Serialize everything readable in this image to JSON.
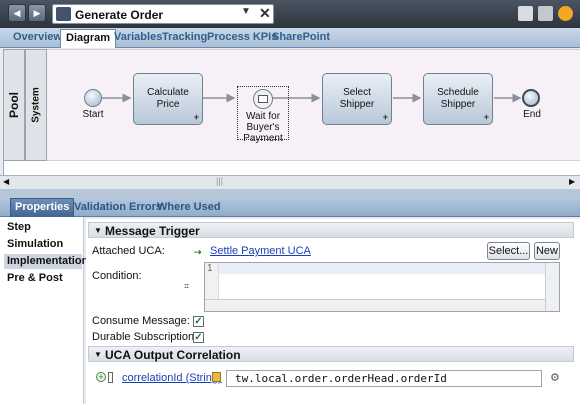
{
  "window": {
    "document_title": "Generate Order",
    "back_icon": "back-arrow-icon",
    "forward_icon": "forward-arrow-icon"
  },
  "diagram_tabs": [
    "Overview",
    "Diagram",
    "Variables",
    "Tracking",
    "Process KPIs",
    "SharePoint"
  ],
  "diagram_active_tab": "Diagram",
  "pool": {
    "pool_label": "Pool",
    "lane_label": "System",
    "start_label": "Start",
    "end_label": "End",
    "tasks": [
      "Calculate\nPrice",
      "Select\nShipper",
      "Schedule\nShipper"
    ],
    "intermediate_event_label": "Wait for\nBuyer's\nPayment"
  },
  "property_tabs": [
    "Properties",
    "Validation Errors",
    "Where Used"
  ],
  "property_active_tab": "Properties",
  "left_nav": [
    "Step",
    "Simulation",
    "Implementation",
    "Pre & Post"
  ],
  "left_nav_selected": "Implementation",
  "message_trigger": {
    "header": "Message Trigger",
    "attached_uca_label": "Attached UCA:",
    "attached_uca_value": "Settle Payment UCA",
    "select_button": "Select...",
    "new_button": "New",
    "condition_label": "Condition:",
    "condition_line_number": "1",
    "consume_message_label": "Consume Message:",
    "consume_message_checked": true,
    "durable_subscription_label": "Durable Subscription:",
    "durable_subscription_checked": true
  },
  "uca_output_correlation": {
    "header": "UCA Output Correlation",
    "parameter_link": "correlationId (String)",
    "expression": "tw.local.order.orderHead.orderId"
  },
  "colors": {
    "title_bar": "#3a414b",
    "tab_bar": "#b6cade",
    "lane_background": "#f7f1f7",
    "link": "#1a3fb5"
  }
}
